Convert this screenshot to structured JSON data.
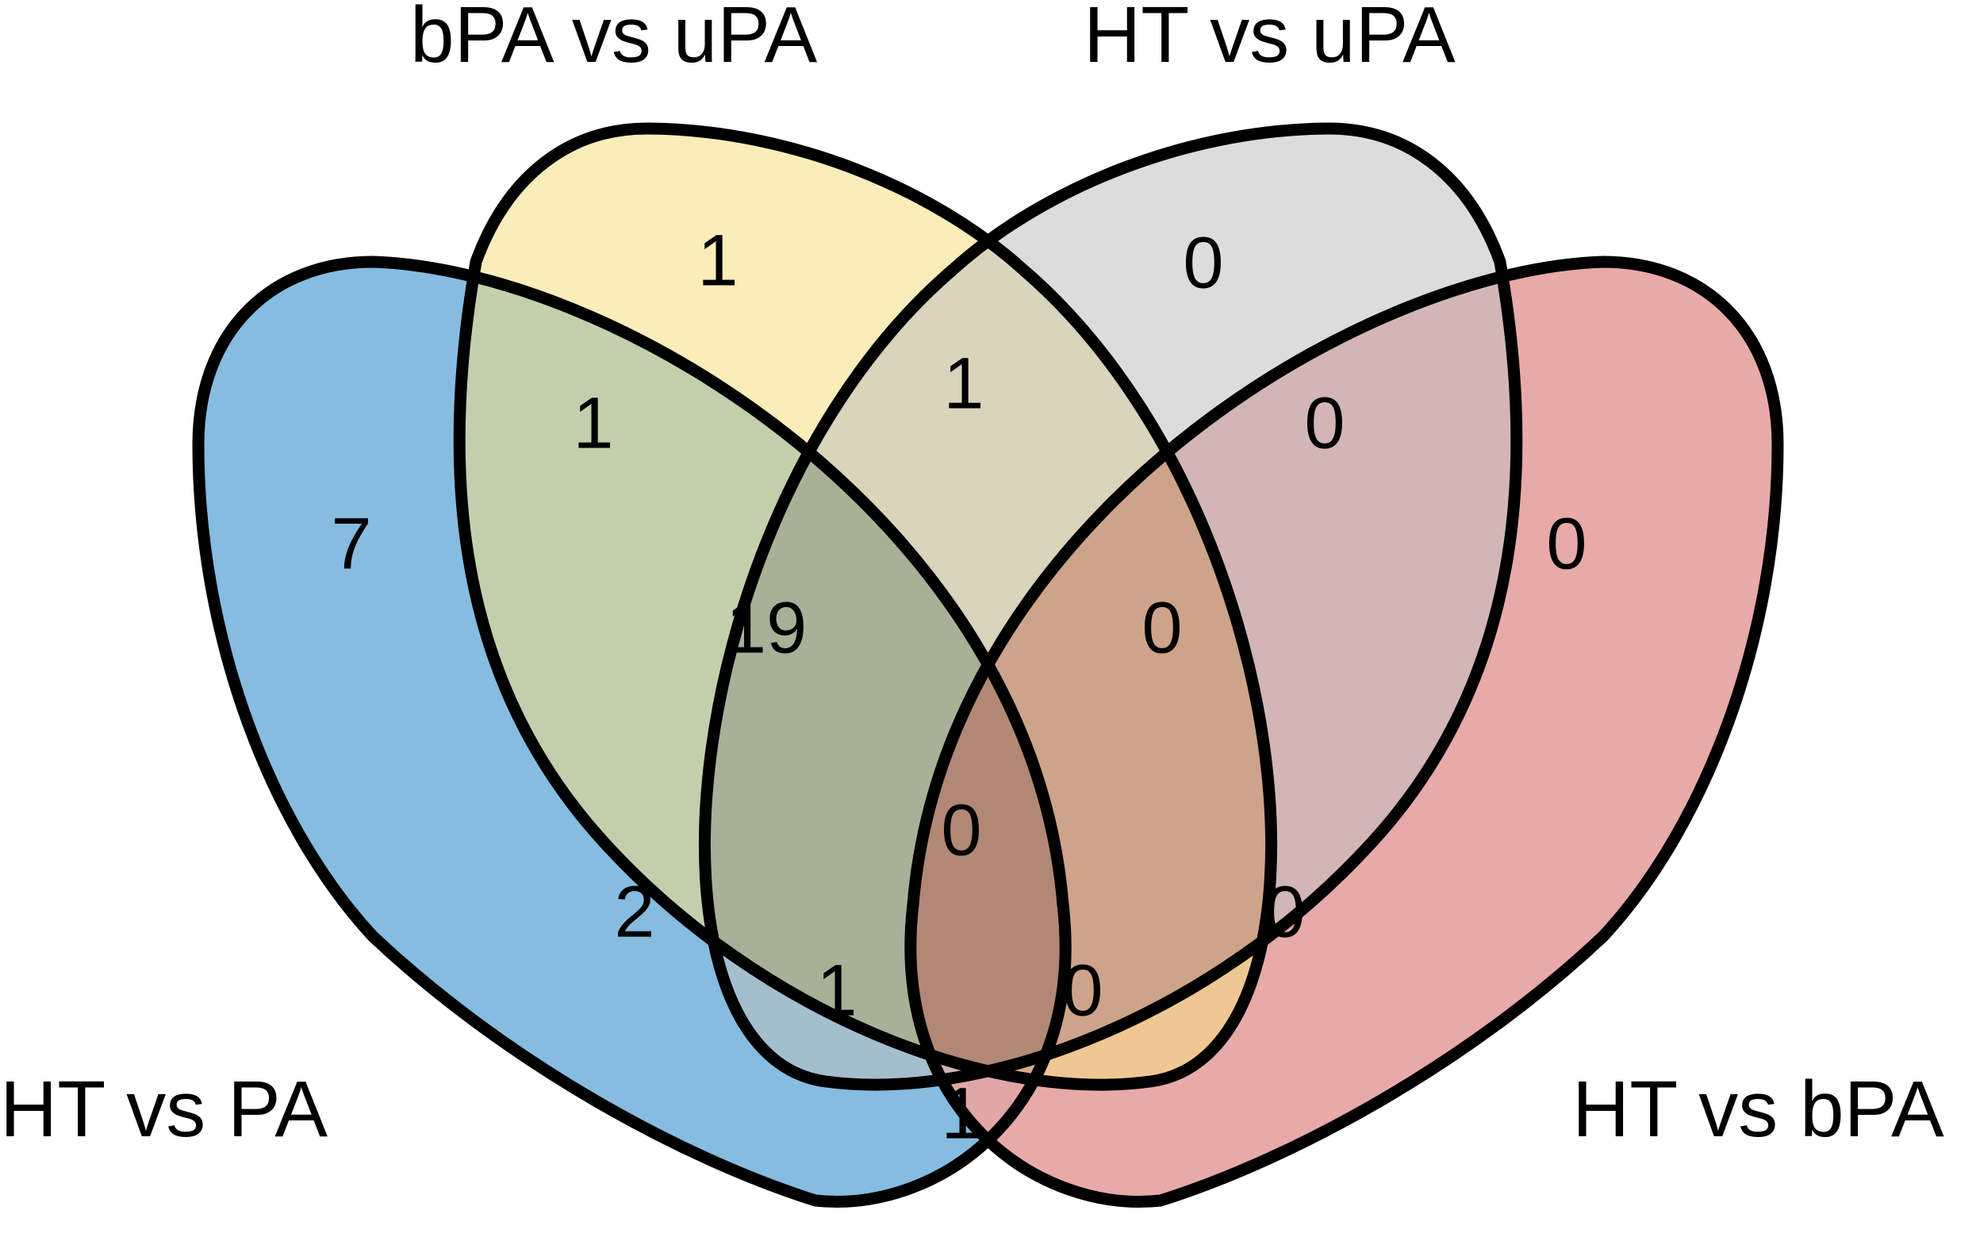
{
  "sets": [
    {
      "id": "A",
      "label": "HT vs PA",
      "color": "#7fb8de"
    },
    {
      "id": "B",
      "label": "bPA vs uPA",
      "color": "#f5de82"
    },
    {
      "id": "C",
      "label": "HT vs uPA",
      "color": "#c0c0c0"
    },
    {
      "id": "D",
      "label": "HT vs bPA",
      "color": "#e6a5a4"
    }
  ],
  "regions": {
    "A": "7",
    "B": "1",
    "C": "0",
    "D": "0",
    "AB": "1",
    "BC": "1",
    "CD": "0",
    "AC": "2",
    "BD": "0",
    "AD": "1",
    "ABC": "19",
    "BCD": "0",
    "ACD": "0",
    "ABD": "1",
    "ABCD": "0"
  }
}
